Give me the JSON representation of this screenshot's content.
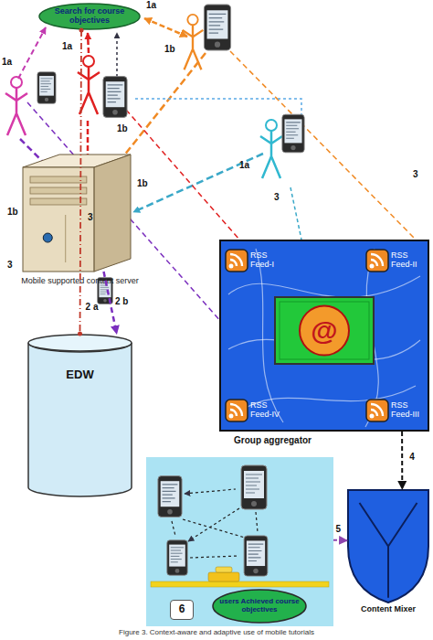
{
  "diagram": {
    "caption": "Figure 3. Context-aware and adaptive use of mobile tutorials",
    "nodes": [
      {
        "text": [
          "Search for course objectives"
        ]
      },
      {
        "text": [
          "Mobile supported content server"
        ]
      },
      {
        "text": [
          "Group aggregator"
        ]
      },
      {
        "text": [
          "RSS Feed-I"
        ],
        "in": 2
      },
      {
        "text": [
          "RSS Feed-II"
        ],
        "in": 2
      },
      {
        "text": [
          "@"
        ],
        "in": 2
      },
      {
        "text": [
          "RSS Feed-IV"
        ],
        "in": 2
      },
      {
        "text": [
          "RSS Feed-III"
        ],
        "in": 2
      },
      {
        "text": [
          "EDW"
        ]
      },
      {
        "text": [
          "6"
        ]
      },
      {
        "text": [
          "users Achieved course objectives"
        ],
        "in": 9
      },
      {
        "text": [
          "Content Mixer"
        ]
      }
    ],
    "edges": [
      {
        "from": 0,
        "to": 8,
        "label": "2 a",
        "arrow": "none"
      },
      {
        "from": 1,
        "to": 8,
        "label": "2 b",
        "arrow": "to"
      },
      {
        "from": 2,
        "to": 11,
        "label": "4",
        "arrow": "to"
      },
      {
        "from": 9,
        "to": 11,
        "label": "5",
        "arrow": "to"
      }
    ],
    "labels": [
      "1a",
      "1a",
      "1a",
      "1b",
      "1b",
      "1a",
      "1b",
      "1b",
      "3",
      "3",
      "3",
      "3"
    ]
  }
}
